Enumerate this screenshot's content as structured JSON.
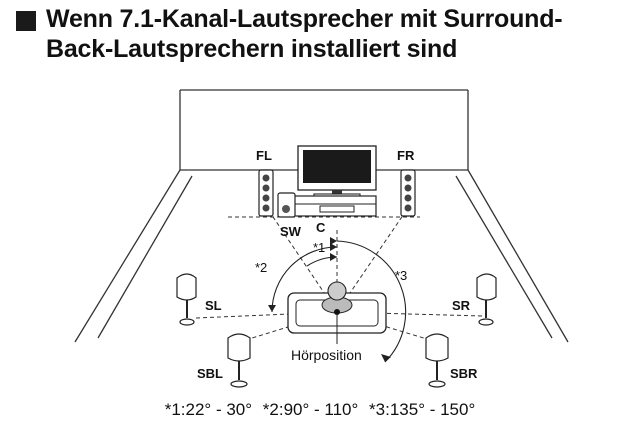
{
  "heading": {
    "line1": "Wenn 7.1-Kanal-Lautsprecher mit Surround-",
    "line2": "Back-Lautsprechern installiert sind"
  },
  "speakers": {
    "fl": "FL",
    "fr": "FR",
    "sw": "SW",
    "c": "C",
    "sl": "SL",
    "sr": "SR",
    "sbl": "SBL",
    "sbr": "SBR"
  },
  "angle_marks": {
    "a1": "*1",
    "a2": "*2",
    "a3": "*3"
  },
  "listening_position": "Hörposition",
  "legend": {
    "item1": "*1:22° - 30°",
    "item2": "*2:90° - 110°",
    "item3": "*3:135° - 150°"
  }
}
